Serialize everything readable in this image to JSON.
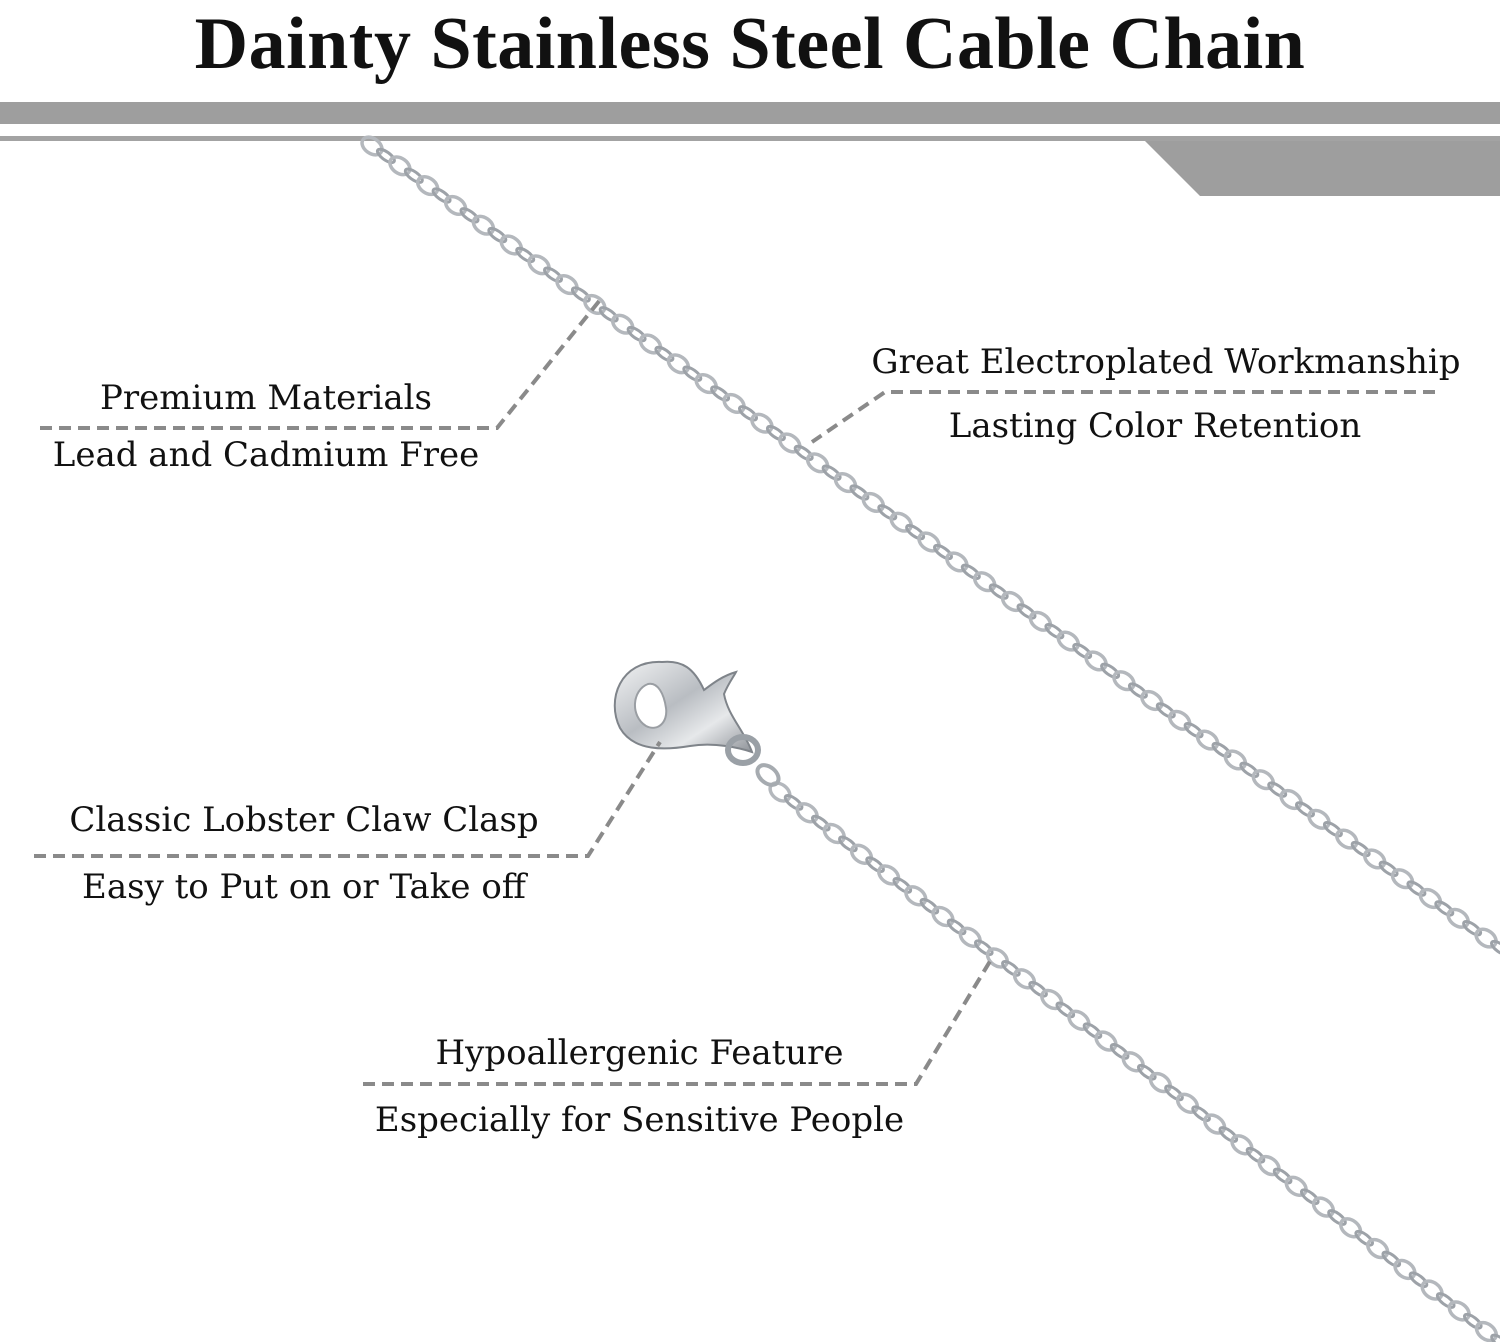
{
  "title": "Dainty Stainless Steel Cable Chain",
  "features": {
    "materials": {
      "line1": "Premium Materials",
      "line2": "Lead and Cadmium Free"
    },
    "plating": {
      "line1": "Great Electroplated Workmanship",
      "line2": "Lasting Color Retention"
    },
    "clasp": {
      "line1": "Classic Lobster Claw Clasp",
      "line2": "Easy to Put on or Take off"
    },
    "hypoallergenic": {
      "line1": "Hypoallergenic Feature",
      "line2": "Especially for Sensitive People"
    }
  },
  "colors": {
    "banner_gray": "#9e9e9e",
    "leader_gray": "#8a8a8a",
    "chain_silver": "#b4b8bd",
    "text": "#111111"
  }
}
